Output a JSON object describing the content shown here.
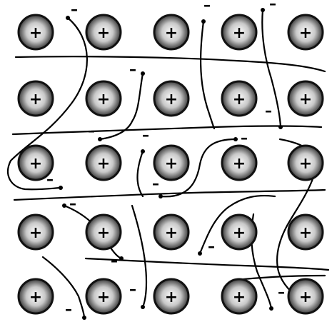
{
  "ion_sign": "+",
  "electron_sign": "–",
  "ion_gradient": {
    "inner": "#ffffff",
    "mid": "#c8c8c8",
    "outer": "#3a3a3a"
  },
  "ion_grid": {
    "rows": 5,
    "columns": 5
  },
  "electron_count": 16
}
